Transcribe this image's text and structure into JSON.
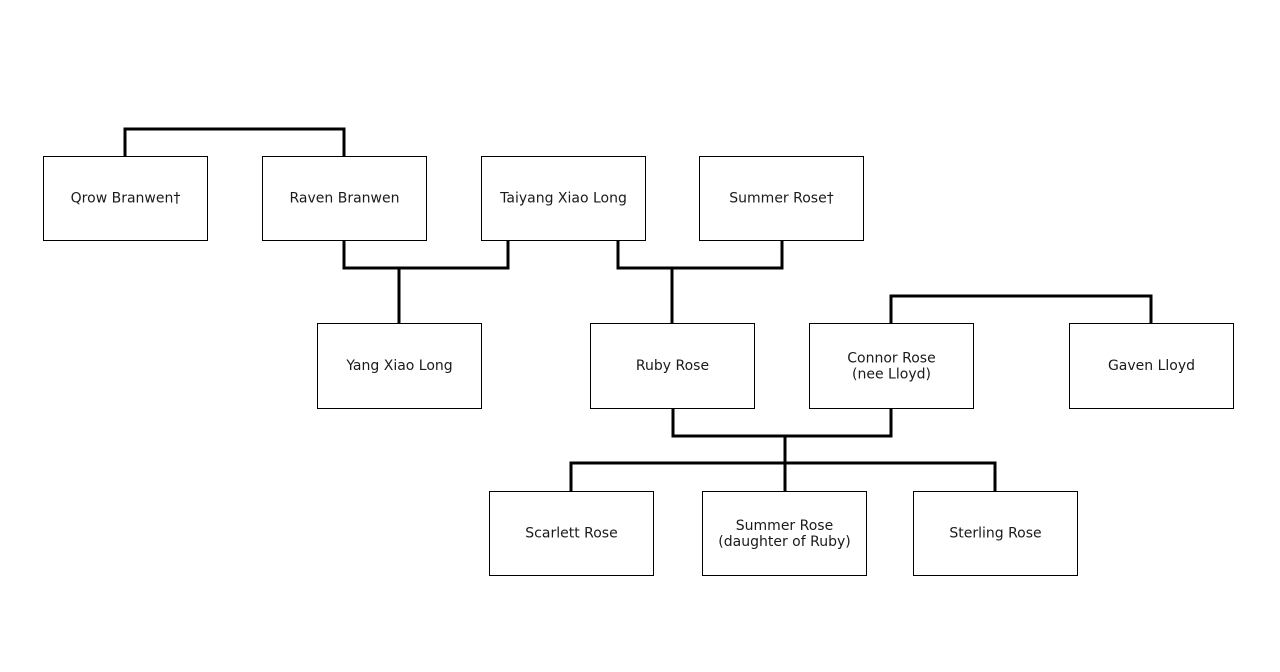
{
  "colors": {
    "background": "#ffffff",
    "box_border": "#000000",
    "connector": "#000000",
    "text": "#1a1a1a"
  },
  "people": {
    "qrow": [
      "Qrow Branwen†"
    ],
    "raven": [
      "Raven Branwen"
    ],
    "taiyang": [
      "Taiyang Xiao Long"
    ],
    "summer": [
      "Summer Rose†"
    ],
    "yang": [
      "Yang Xiao Long"
    ],
    "ruby": [
      "Ruby Rose"
    ],
    "connor": [
      "Connor Rose",
      "(nee Lloyd)"
    ],
    "gaven": [
      "Gaven Lloyd"
    ],
    "scarlett": [
      "Scarlett Rose"
    ],
    "summer_jr": [
      "Summer Rose",
      "(daughter of Ruby)"
    ],
    "sterling": [
      "Sterling Rose"
    ]
  }
}
